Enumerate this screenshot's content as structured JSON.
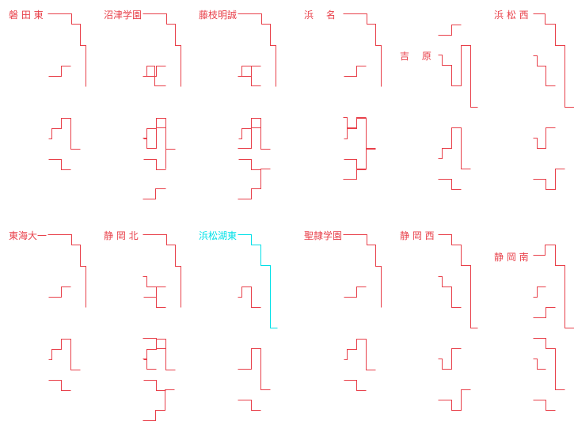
{
  "colors": {
    "line": "#e8404a",
    "text": "#e8404a",
    "highlight": "#00e0e8"
  },
  "highlight_team": "浜松湖東",
  "sections": [
    {
      "teams": [
        "磐 田 東",
        "沼津学園",
        "藤枝明誠",
        "浜　 名",
        "吉　 原",
        "浜 松 西"
      ]
    },
    {
      "teams": [
        "東海大一",
        "静 岡 北",
        "浜松湖東",
        "聖隷学園",
        "静 岡 西",
        "静 岡 南"
      ]
    }
  ]
}
